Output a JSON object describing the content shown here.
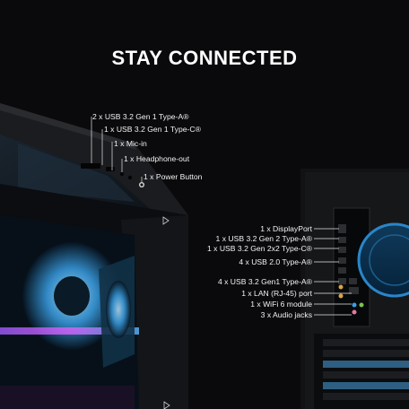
{
  "title": "STAY CONNECTED",
  "front_ports": [
    "2 x USB 3.2 Gen 1 Type-A®",
    "1 x USB 3.2 Gen 1 Type-C®",
    "1 x Mic-in",
    "1 x Headphone-out",
    "1 x Power Button"
  ],
  "rear_ports": [
    "1 x DisplayPort",
    "1 x USB 3.2 Gen 2 Type-A®",
    "1 x USB 3.2 Gen 2x2 Type-C®",
    "4 x USB 2.0 Type-A®",
    "4 x USB 3.2 Gen1 Type-A®",
    "1 x LAN (RJ-45) port",
    "1 x WiFi 6 module",
    "3 x Audio jacks"
  ],
  "colors": {
    "background": "#0a0a0c",
    "text": "#ffffff",
    "accent_blue": "#3aa0e6",
    "accent_purple": "#a05cff"
  }
}
